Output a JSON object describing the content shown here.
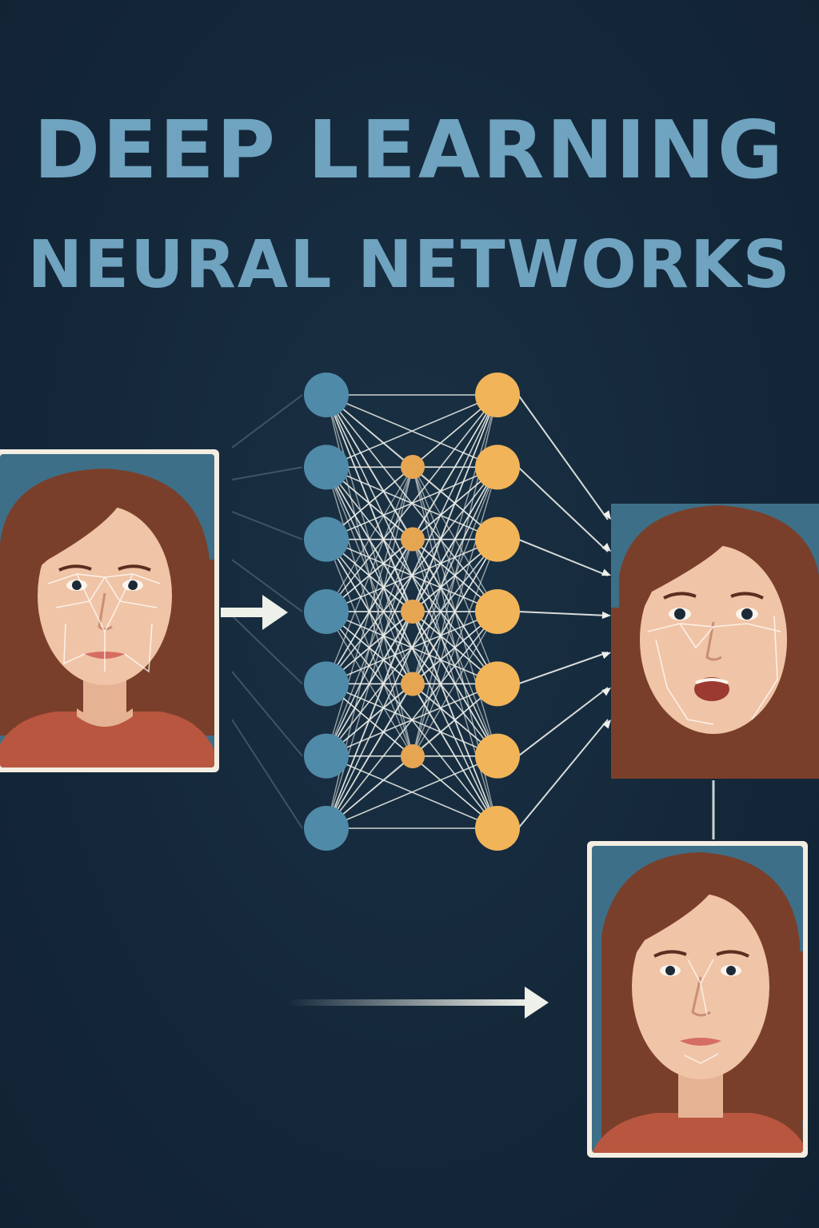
{
  "title": {
    "line1": "DEEP LEARNING",
    "line2": "NEURAL NETWORKS"
  },
  "colors": {
    "background": "#14283a",
    "title": "#6fa3bf",
    "input_node": "#4f8aa8",
    "hidden_node": "#e6a651",
    "output_node": "#f1b459",
    "connection": "#eef0ea",
    "frame": "#f3ede2",
    "photo_backdrop": "#3e6f88",
    "hair": "#7a3f2a",
    "skin": "#f0c4a6",
    "shirt": "#b9563f"
  },
  "network": {
    "input_nodes": 7,
    "hidden_nodes": 5,
    "output_nodes": 7
  },
  "faces": [
    {
      "name": "input-face",
      "expression": "neutral"
    },
    {
      "name": "output-face-open-mouth",
      "expression": "surprised"
    },
    {
      "name": "output-face-calm",
      "expression": "calm"
    }
  ],
  "icons": [
    "arrow-right-icon",
    "arrow-right-icon",
    "connector-line"
  ]
}
